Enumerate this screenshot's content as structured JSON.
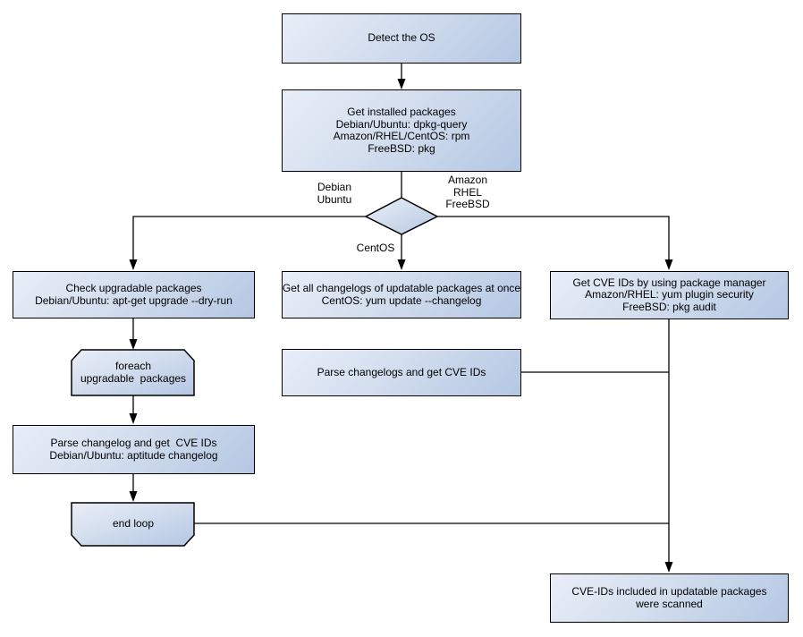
{
  "diagram": {
    "title": "OS package CVE scan flow",
    "background_color": "#ffffff",
    "node_fill_top_left": "#e9eef8",
    "node_fill_bottom_right": "#b4c7e3",
    "node_border_color": "#000000",
    "connector_color": "#000000",
    "text_color": "#000000"
  },
  "nodes": {
    "detect_os": {
      "lines": [
        "Detect the OS"
      ]
    },
    "get_installed_packages": {
      "lines": [
        "Get installed packages",
        "Debian/Ubuntu: dpkg-query",
        "Amazon/RHEL/CentOS: rpm",
        "FreeBSD: pkg"
      ]
    },
    "check_upgradable": {
      "lines": [
        "Check upgradable packages",
        "Debian/Ubuntu: apt-get upgrade --dry-run"
      ]
    },
    "foreach_loop": {
      "lines": [
        "foreach",
        "upgradable  packages"
      ]
    },
    "parse_changelog_debian": {
      "lines": [
        "Parse changelog and get  CVE IDs",
        "Debian/Ubuntu: aptitude changelog"
      ]
    },
    "end_loop": {
      "lines": [
        "end loop"
      ]
    },
    "get_all_changelogs": {
      "lines": [
        "Get all changelogs of updatable packages at once",
        "CentOS: yum update --changelog"
      ]
    },
    "parse_changelogs": {
      "lines": [
        "Parse changelogs and get CVE IDs"
      ]
    },
    "get_cve_ids_pkg_manager": {
      "lines": [
        "Get CVE IDs by using package manager",
        "Amazon/RHEL: yum plugin security",
        "FreeBSD: pkg audit"
      ]
    },
    "cve_ids_scanned": {
      "lines": [
        "CVE-IDs included in updatable packages",
        "were scanned"
      ]
    }
  },
  "edge_labels": {
    "debian_ubuntu": {
      "lines": [
        "Debian",
        "Ubuntu"
      ]
    },
    "amazon_rhel_freebsd": {
      "lines": [
        "Amazon",
        "RHEL",
        "FreeBSD"
      ]
    },
    "centos": {
      "lines": [
        "CentOS"
      ]
    }
  }
}
